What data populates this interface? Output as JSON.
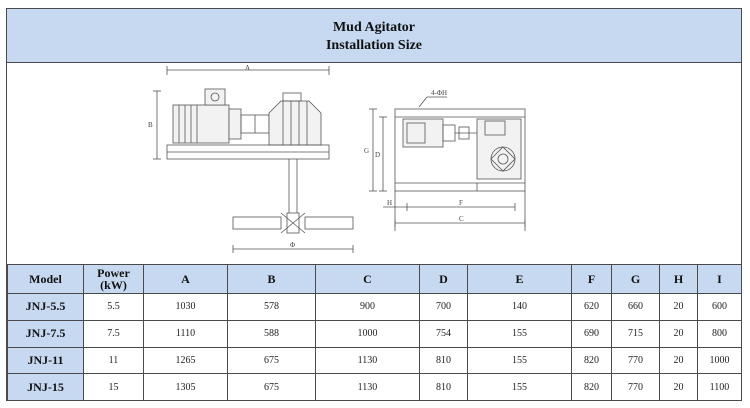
{
  "header": {
    "title": "Mud Agitator",
    "subtitle": "Installation Size"
  },
  "drawing": {
    "left_labels": [
      "A",
      "B",
      "Φ"
    ],
    "right_labels": [
      "4-ΦH",
      "G",
      "D",
      "H",
      "F",
      "C"
    ]
  },
  "table": {
    "columns": [
      "Model",
      "Power (kW)",
      "A",
      "B",
      "C",
      "D",
      "E",
      "F",
      "G",
      "H",
      "I"
    ],
    "rows": [
      [
        "JNJ-5.5",
        "5.5",
        "1030",
        "578",
        "900",
        "700",
        "140",
        "620",
        "660",
        "20",
        "600"
      ],
      [
        "JNJ-7.5",
        "7.5",
        "1110",
        "588",
        "1000",
        "754",
        "155",
        "690",
        "715",
        "20",
        "800"
      ],
      [
        "JNJ-11",
        "11",
        "1265",
        "675",
        "1130",
        "810",
        "155",
        "820",
        "770",
        "20",
        "1000"
      ],
      [
        "JNJ-15",
        "15",
        "1305",
        "675",
        "1130",
        "810",
        "155",
        "820",
        "770",
        "20",
        "1100"
      ]
    ]
  }
}
